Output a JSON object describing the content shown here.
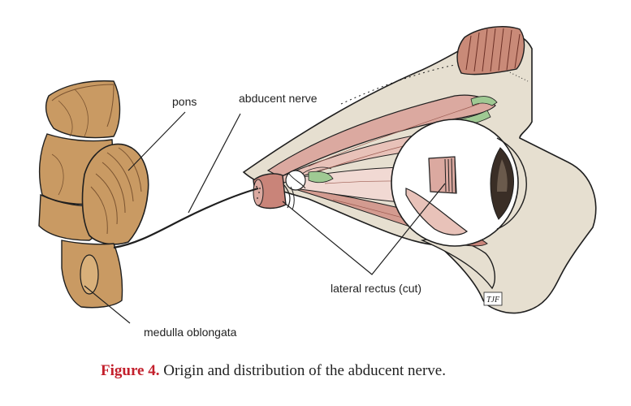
{
  "labels": {
    "pons": "pons",
    "abducent_nerve": "abducent nerve",
    "lateral_rectus": "lateral rectus (cut)",
    "medulla_oblongata": "medulla oblongata"
  },
  "caption": {
    "figure_label": "Figure 4.",
    "text": "Origin and distribution of the abducent nerve."
  },
  "signature": "TJF",
  "colors": {
    "brainstem": "#c99a63",
    "brainstem_dark": "#a77a45",
    "muscle": "#dba9a0",
    "muscle_dark": "#b5766d",
    "orbit_bone": "#e6dfd0",
    "sinus": "#c98a78",
    "nerve_green": "#9fc993",
    "caption_red": "#c3202c",
    "line": "#1f1f1f"
  }
}
